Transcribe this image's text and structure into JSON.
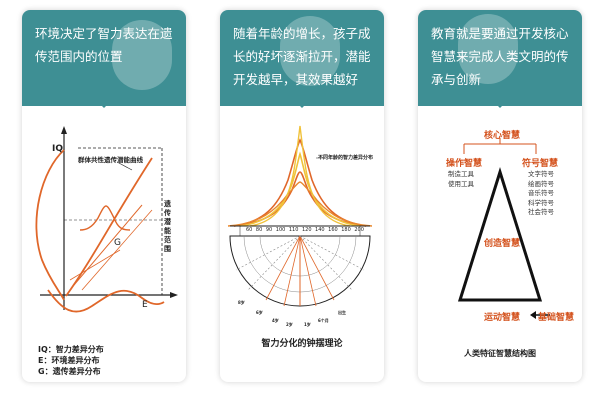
{
  "cards": [
    {
      "title": "环境决定了智力表达在遗传范围内的位置",
      "labels": {
        "iq": "IQ",
        "curve": "群体共性遗传潜能曲线",
        "g": "G",
        "e": "E",
        "vertical": "遗传潜能范围"
      },
      "legend": [
        "IQ：智力差异分布",
        "E：环境差异分布",
        "G：遗传差异分布"
      ]
    },
    {
      "title": "随着年龄的增长，孩子成长的好坏逐渐拉开，潜能开发越早，其效果越好",
      "curve_note": "不同年龄的智力差异分布",
      "ticks": [
        "60",
        "80",
        "90",
        "100",
        "110",
        "120",
        "140",
        "160",
        "180",
        "200"
      ],
      "ages": [
        "8岁",
        "6岁",
        "4岁",
        "2岁",
        "1岁",
        "6个月",
        "出生"
      ],
      "caption": "智力分化的钟摆理论"
    },
    {
      "title": "教育就是要通过开发核心智慧来完成人类文明的传承与创新",
      "core": "核心智慧",
      "operation": "操作智慧",
      "symbol": "符号智慧",
      "creation": "创造智慧",
      "motion": "运动智慧",
      "basic": "基础智慧",
      "operation_items": [
        "制造工具",
        "使用工具"
      ],
      "symbol_items": [
        "文字符号",
        "绘画符号",
        "音乐符号",
        "科学符号",
        "社会符号"
      ],
      "caption": "人类特征智慧结构图"
    }
  ],
  "colors": {
    "header": "#3e8f94",
    "orange": "#e0672a",
    "accent": "#d4531e",
    "yellow": "#f0c23a"
  }
}
